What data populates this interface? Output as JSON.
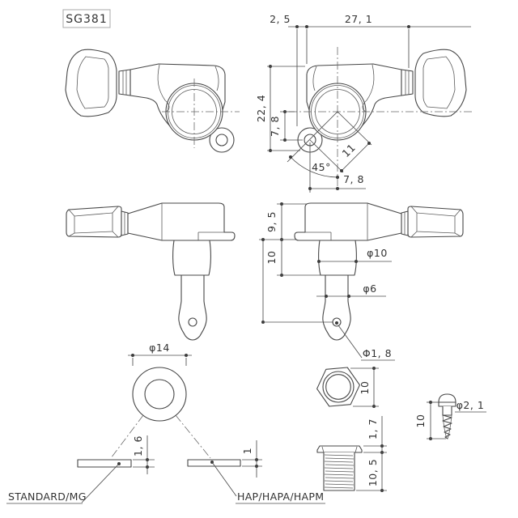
{
  "title_block": {
    "model": "SG381"
  },
  "dims": {
    "top": {
      "tab_offset": "2, 5",
      "body_length": "27, 1",
      "overall_height": "22, 4",
      "hole_drop": "7, 8",
      "angle": "45°",
      "hole_distance": "11",
      "hole_offset": "7, 8"
    },
    "front": {
      "housing_height": "9, 5",
      "bushing_depth": "10",
      "post_dia": "φ10",
      "shaft_dia": "φ6",
      "string_hole_dia": "Φ1, 8"
    },
    "washer": {
      "outer_dia": "φ14",
      "thk_standard": "1, 6",
      "thk_hap": "1"
    },
    "nut": {
      "across_flats": "10",
      "flange_thk": "1, 7",
      "thread_len": "10, 5"
    },
    "screw": {
      "length": "10",
      "dia": "φ2, 1"
    }
  },
  "labels": {
    "standard": "STANDARD/MG",
    "hap": "HAP/HAPA/HAPM"
  },
  "colors": {
    "line": "#474747",
    "text": "#333333",
    "background": "#ffffff"
  }
}
